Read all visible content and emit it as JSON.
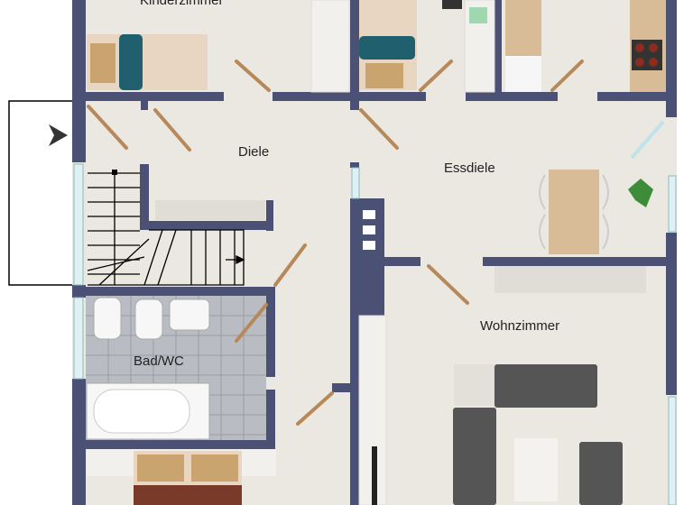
{
  "rooms": {
    "kinderzimmer": "Kinderzimmer",
    "diele": "Diele",
    "essdiele": "Essdiele",
    "bad": "Bad/WC",
    "wohnzimmer": "Wohnzimmer"
  },
  "colors": {
    "wall": "#4b5075",
    "floor": "#ebe8e1",
    "tile": "#b9bcc2",
    "wood": "#d8bc98",
    "teal": "#1f5f6e",
    "sofa": "#555555",
    "door": "#b7885a"
  },
  "icons": [
    "entrance-arrow-icon",
    "plant-icon",
    "stove-icon"
  ]
}
